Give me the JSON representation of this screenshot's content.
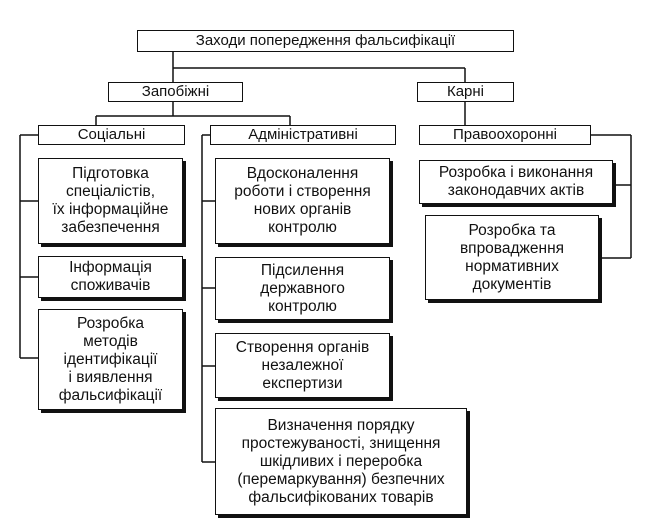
{
  "diagram": {
    "root": "Заходи попередження фальсифікації",
    "branches": {
      "preventive": "Запобіжні",
      "punitive": "Карні"
    },
    "groups": {
      "social": "Соціальні",
      "administrative": "Адміністративні",
      "law_enforcement": "Правоохоронні"
    },
    "social_items": [
      "Підготовка\nспеціалістів,\nїх інформаційне\nзабезпечення",
      "Інформація\nспоживачів",
      "Розробка\nметодів\nідентифікації\nі виявлення\nфальсифікації"
    ],
    "administrative_items": [
      "Вдосконалення\nроботи і створення\nнових органів\nконтролю",
      "Підсилення\nдержавного\nконтролю",
      "Створення органів\nнезалежної\nекспертизи",
      "Визначення порядку\nпростежуваності, знищення\nшкідливих і переробка\n(перемаркування) безпечних\nфальсифікованих товарів"
    ],
    "law_enforcement_items": [
      "Розробка і виконання\nзаконодавчих актів",
      "Розробка та\nвпровадження\nнормативних\nдокументів"
    ]
  }
}
